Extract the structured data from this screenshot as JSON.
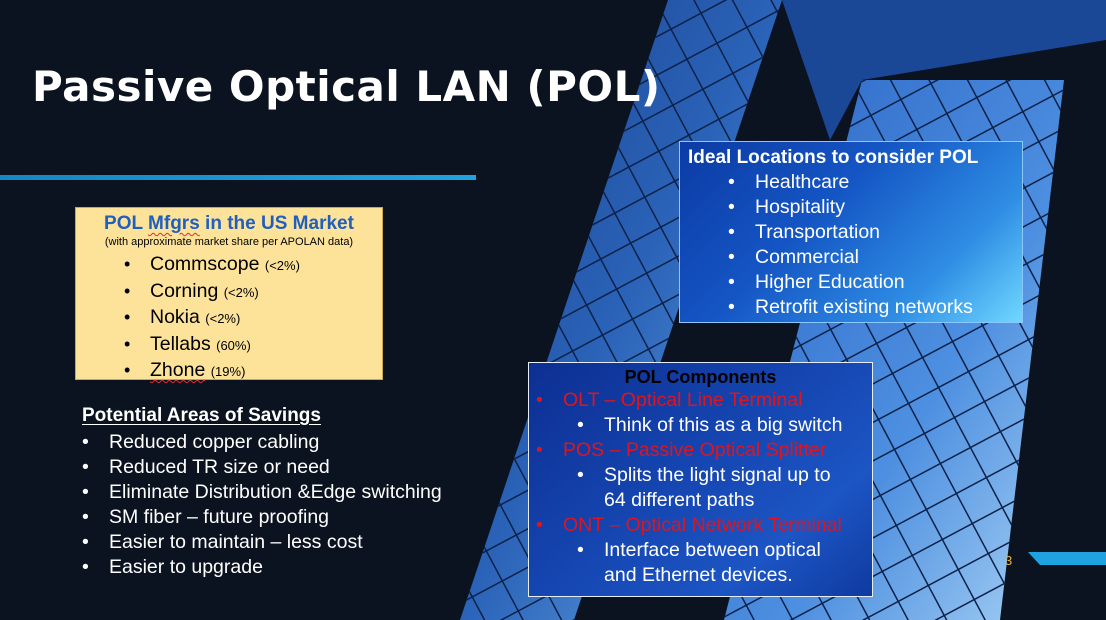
{
  "slide": {
    "title": "Passive Optical LAN (POL)",
    "page_number": "3"
  },
  "manufacturers": {
    "title_prefix": "POL ",
    "title_squiggle": "Mfgrs",
    "title_suffix": " in the US Market",
    "subtitle": "(with approximate market share per APOLAN data)",
    "items": [
      {
        "name": "Commscope",
        "share": "(<2%)"
      },
      {
        "name": "Corning",
        "share": "(<2%)"
      },
      {
        "name": "Nokia",
        "share": "(<2%)"
      },
      {
        "name": "Tellabs",
        "share": "(60%)"
      },
      {
        "name": "Zhone",
        "share": "(19%)"
      }
    ]
  },
  "savings": {
    "title": "Potential Areas of Savings",
    "items": [
      "Reduced copper cabling",
      "Reduced TR size or need",
      "Eliminate Distribution &Edge switching",
      "SM fiber – future proofing",
      "Easier to maintain – less cost",
      "Easier to upgrade"
    ]
  },
  "locations": {
    "title": "Ideal Locations to consider POL",
    "items": [
      "Healthcare",
      "Hospitality",
      "Transportation",
      "Commercial",
      "Higher Education",
      "Retrofit existing networks"
    ]
  },
  "components": {
    "title": "POL Components",
    "items": [
      {
        "label": "OLT – Optical Line Terminal",
        "details": [
          "Think of this as a big switch"
        ]
      },
      {
        "label": "POS – Passive Optical Splitter",
        "details": [
          "Splits the light signal up to",
          "64 different paths"
        ]
      },
      {
        "label": "ONT – Optical Network Terminal",
        "details": [
          "Interface between optical",
          "and Ethernet devices."
        ]
      }
    ]
  },
  "colors": {
    "background": "#0b1320",
    "accent_blue": "#1fa3e0",
    "mfg_box": "#fde39a",
    "mfg_title": "#1f5fbf",
    "component_red": "#e0141e",
    "page_number": "#e8b030"
  }
}
